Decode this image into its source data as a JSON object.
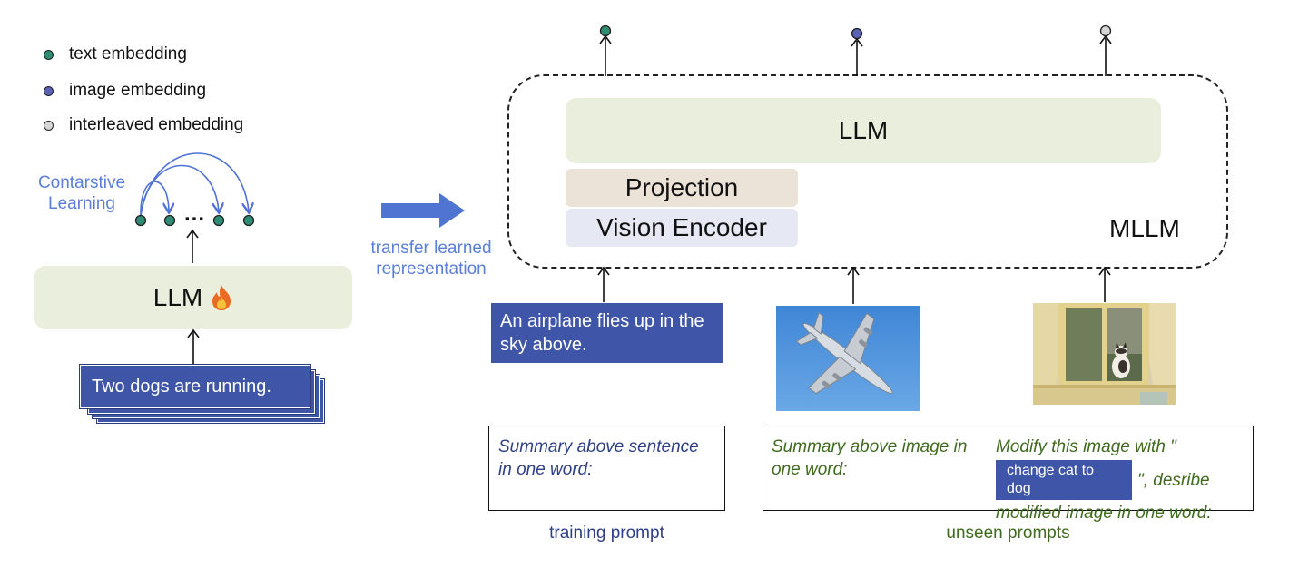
{
  "legend": [
    {
      "label": "text embedding",
      "color": "#2e8b74"
    },
    {
      "label": "image embedding",
      "color": "#5b62b3"
    },
    {
      "label": "interleaved embedding",
      "color": "#d6d6d6"
    }
  ],
  "left": {
    "contrastive_label": "Contarstive\nLearning",
    "ellipsis": "...",
    "llm_label": "LLM",
    "fire_icon": "fire-icon",
    "input_text": "Two dogs are running."
  },
  "transfer_label": "transfer learned\nrepresentation",
  "mllm": {
    "llm_label": "LLM",
    "projection_label": "Projection",
    "vision_encoder_label": "Vision Encoder",
    "mllm_label": "MLLM",
    "output_dot_colors": [
      "#2e8b74",
      "#5b62b3",
      "#d6d6d6"
    ]
  },
  "inputs": {
    "text_card": "An airplane flies up in the sky above.",
    "image_airplane": "airplane-image",
    "image_cat": "cat-window-image"
  },
  "prompts": {
    "training_prompt": "Summary above sentence in one word:",
    "unseen_image_prompt": "Summary above image in one word:",
    "unseen_edit_prefix": "Modify this image with \"",
    "unseen_edit_highlight": "change cat to dog",
    "unseen_edit_suffix": "\", desribe modified image in one word:"
  },
  "captions": {
    "training": "training prompt",
    "unseen": "unseen prompts"
  },
  "colors": {
    "accent_blue": "#5a7fd6",
    "card_blue": "#3f56a8",
    "llm_green": "#e9eedd",
    "projection_tan": "#ece3d8",
    "vision_lavender": "#e6e9f3",
    "green_text": "#3f6b1f",
    "navy_text": "#2e3f86"
  }
}
